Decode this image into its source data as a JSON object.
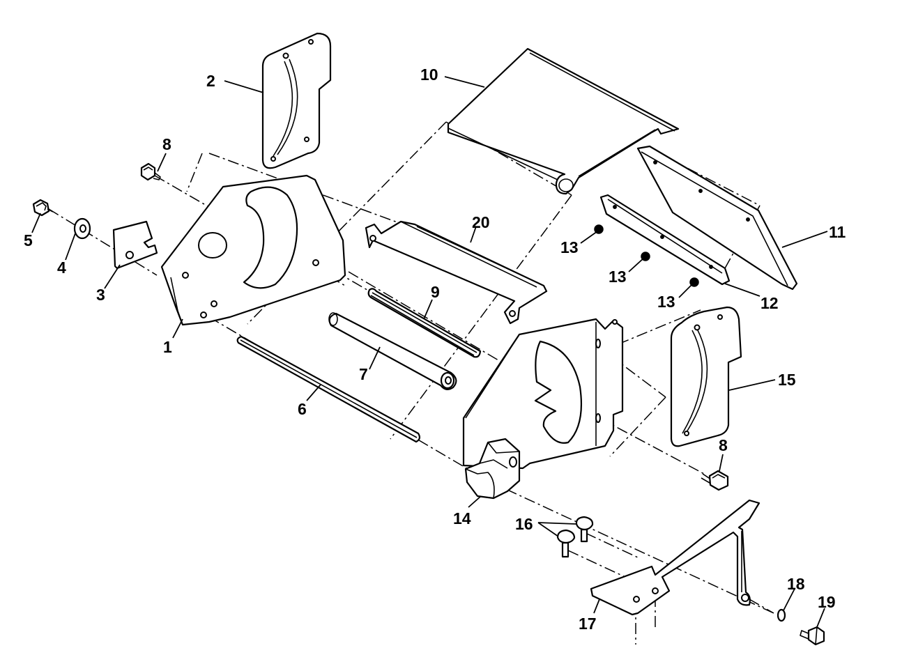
{
  "diagram": {
    "callouts": {
      "c1": "1",
      "c2": "2",
      "c3": "3",
      "c4": "4",
      "c5": "5",
      "c6": "6",
      "c7": "7",
      "c8a": "8",
      "c8b": "8",
      "c9": "9",
      "c10": "10",
      "c11": "11",
      "c12": "12",
      "c13a": "13",
      "c13b": "13",
      "c13c": "13",
      "c14": "14",
      "c15": "15",
      "c16": "16",
      "c17": "17",
      "c18": "18",
      "c19": "19",
      "c20": "20"
    }
  }
}
